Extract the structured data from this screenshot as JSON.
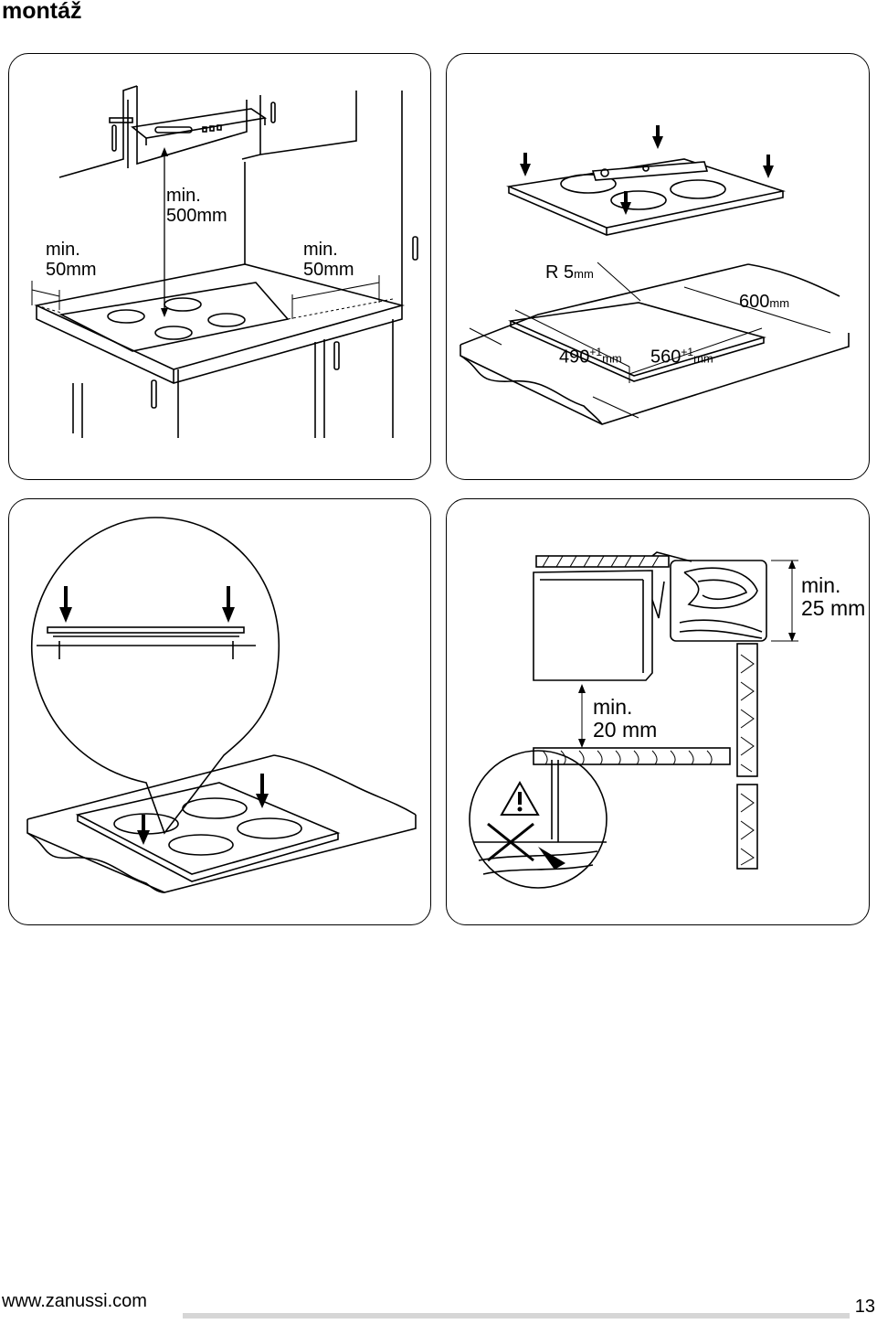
{
  "page": {
    "title": "montáž",
    "footer_url": "www.zanussi.com",
    "page_number": "13"
  },
  "panel1": {
    "min_label_left": "min.",
    "dim_left": "50mm",
    "min_label_top": "min.",
    "dim_top": "500mm",
    "min_label_right": "min.",
    "dim_right": "50mm"
  },
  "panel2": {
    "radius_prefix": "R 5",
    "radius_unit": "mm",
    "depth_value": "600",
    "depth_unit": "mm",
    "cut_depth_value": "490",
    "cut_depth_tol": "+1",
    "cut_depth_unit": "mm",
    "cut_width_value": "560",
    "cut_width_tol": "+1",
    "cut_width_unit": "mm"
  },
  "panel4": {
    "min_label_top": "min.",
    "dim_top": "25 mm",
    "min_label_mid": "min.",
    "dim_mid": "20 mm"
  }
}
